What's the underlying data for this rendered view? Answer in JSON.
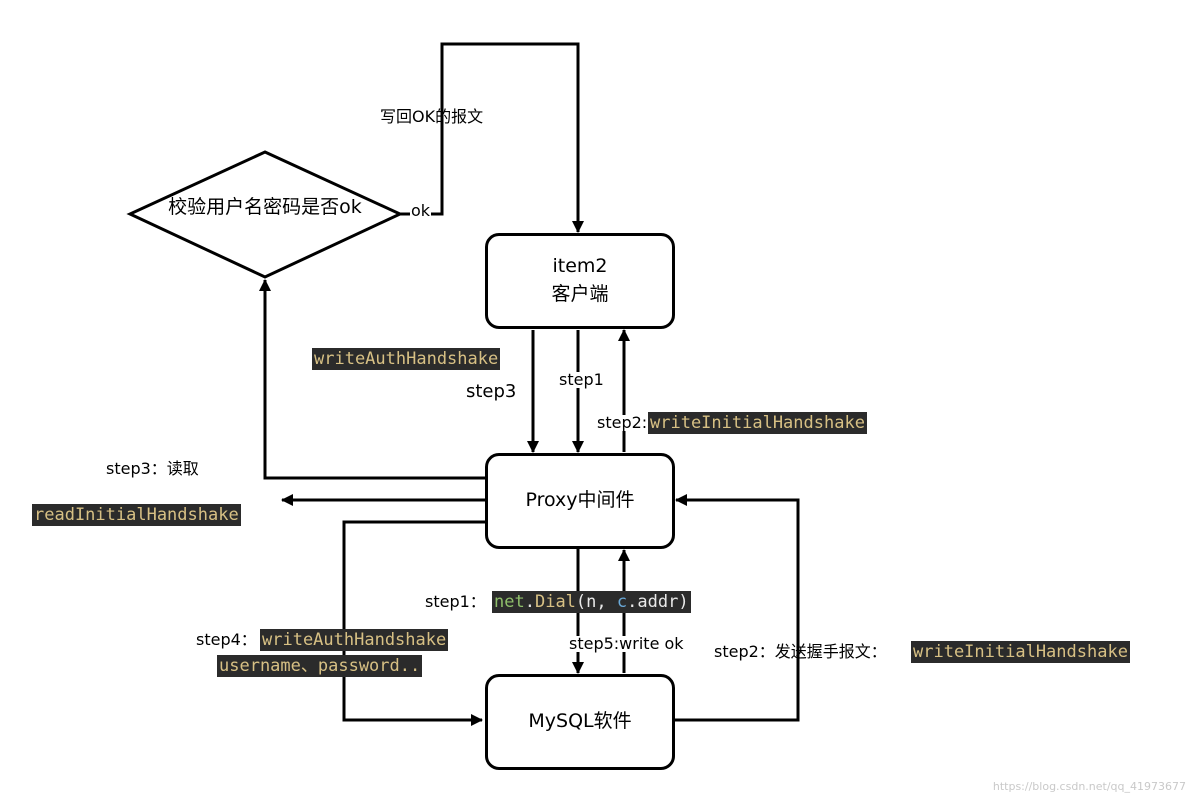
{
  "nodes": {
    "client": {
      "line1": "item2",
      "line2": "客户端"
    },
    "proxy": {
      "label": "Proxy中间件"
    },
    "mysql": {
      "label": "MySQL软件"
    },
    "decision": {
      "label": "校验用户名密码是否ok"
    }
  },
  "labels": {
    "write_ok_message": "写回OK的报文",
    "ok": "ok",
    "step3": "step3",
    "step1": "step1",
    "step2_prefix": "step2:",
    "step3_read": "step3：读取",
    "step1_colon": "step1：",
    "step5": "step5:write ok",
    "step4_prefix": "step4：",
    "step2_send": "step2：发送握手报文："
  },
  "code": {
    "write_auth_handshake_top": "writeAuthHandshake",
    "write_initial_handshake_top": "writeInitialHandshake",
    "read_initial_handshake": "readInitialHandshake",
    "dial": {
      "net": "net",
      "dot1": ".",
      "fn": "Dial",
      "open": "(",
      "n": "n",
      "comma": ", ",
      "c": "c",
      "attr": ".addr)"
    },
    "write_auth_handshake_bottom": "writeAuthHandshake",
    "username_password": "username、password..",
    "write_initial_handshake_bottom": "writeInitialHandshake"
  },
  "watermark": "https://blog.csdn.net/qq_41973677"
}
